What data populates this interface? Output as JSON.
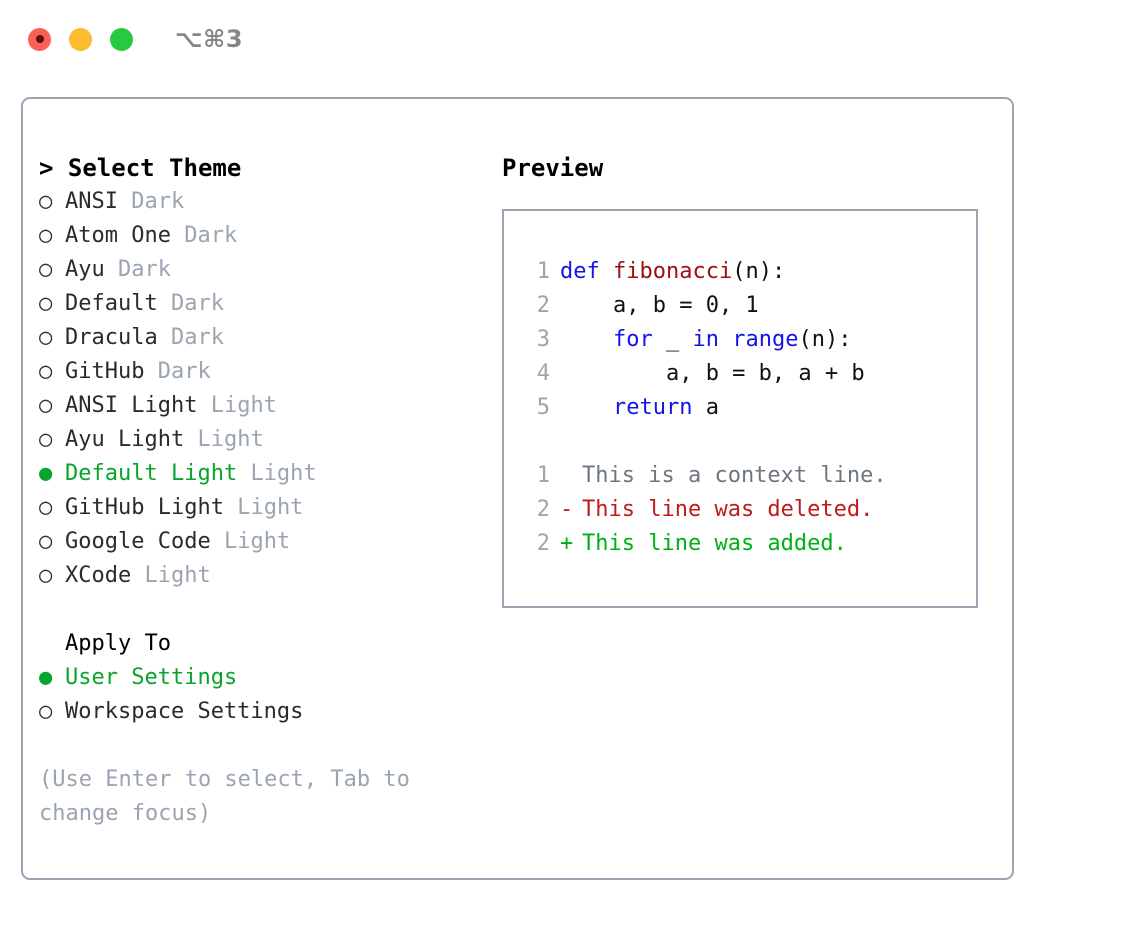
{
  "titlebar": {
    "shortcut": "⌥⌘3",
    "buttons": {
      "close": "close",
      "minimize": "minimize",
      "zoom": "zoom"
    }
  },
  "theme_picker": {
    "header": "> Select Theme",
    "options": [
      {
        "marker": "○",
        "label": "ANSI",
        "tag": "Dark",
        "selected": false
      },
      {
        "marker": "○",
        "label": "Atom One",
        "tag": "Dark",
        "selected": false
      },
      {
        "marker": "○",
        "label": "Ayu",
        "tag": "Dark",
        "selected": false
      },
      {
        "marker": "○",
        "label": "Default",
        "tag": "Dark",
        "selected": false
      },
      {
        "marker": "○",
        "label": "Dracula",
        "tag": "Dark",
        "selected": false
      },
      {
        "marker": "○",
        "label": "GitHub",
        "tag": "Dark",
        "selected": false
      },
      {
        "marker": "○",
        "label": "ANSI Light",
        "tag": "Light",
        "selected": false
      },
      {
        "marker": "○",
        "label": "Ayu Light",
        "tag": "Light",
        "selected": false
      },
      {
        "marker": "●",
        "label": "Default Light",
        "tag": "Light",
        "selected": true
      },
      {
        "marker": "○",
        "label": "GitHub Light",
        "tag": "Light",
        "selected": false
      },
      {
        "marker": "○",
        "label": "Google Code",
        "tag": "Light",
        "selected": false
      },
      {
        "marker": "○",
        "label": "XCode",
        "tag": "Light",
        "selected": false
      }
    ]
  },
  "apply_to": {
    "header": "Apply To",
    "options": [
      {
        "marker": "●",
        "label": "User Settings",
        "selected": true
      },
      {
        "marker": "○",
        "label": "Workspace Settings",
        "selected": false
      }
    ]
  },
  "hint": "(Use Enter to select, Tab to change focus)",
  "preview": {
    "header": "Preview",
    "code_lines": [
      {
        "num": "1",
        "tokens": [
          {
            "t": "def ",
            "c": "kw"
          },
          {
            "t": "fibonacci",
            "c": "fn"
          },
          {
            "t": "(n):",
            "c": "pl"
          }
        ]
      },
      {
        "num": "2",
        "tokens": [
          {
            "t": "    a, b = 0, 1",
            "c": "pl"
          }
        ]
      },
      {
        "num": "3",
        "tokens": [
          {
            "t": "    ",
            "c": "pl"
          },
          {
            "t": "for",
            "c": "kw"
          },
          {
            "t": " _ ",
            "c": "pl"
          },
          {
            "t": "in range",
            "c": "kw"
          },
          {
            "t": "(n):",
            "c": "pl"
          }
        ]
      },
      {
        "num": "4",
        "tokens": [
          {
            "t": "        a, b = b, a + b",
            "c": "pl"
          }
        ]
      },
      {
        "num": "5",
        "tokens": [
          {
            "t": "    ",
            "c": "pl"
          },
          {
            "t": "return",
            "c": "kw"
          },
          {
            "t": " a",
            "c": "pl"
          }
        ]
      }
    ],
    "diff_lines": [
      {
        "num": "1",
        "sign": " ",
        "text": "This is a context line.",
        "kind": "diff-ctx"
      },
      {
        "num": "2",
        "sign": "-",
        "text": "This line was deleted.",
        "kind": "diff-del"
      },
      {
        "num": "2",
        "sign": "+",
        "text": "This line was added.",
        "kind": "diff-add"
      }
    ]
  },
  "colors": {
    "accent_green": "#07a52c",
    "muted": "#9aa5b1",
    "keyword_blue": "#1414e8",
    "function_red": "#9e0f0f",
    "diff_delete": "#c01a1a",
    "diff_add": "#00b019",
    "border": "#9aa5b1",
    "traffic_red": "#fb5f57",
    "traffic_yellow": "#fdbc2e",
    "traffic_green": "#26c940"
  }
}
